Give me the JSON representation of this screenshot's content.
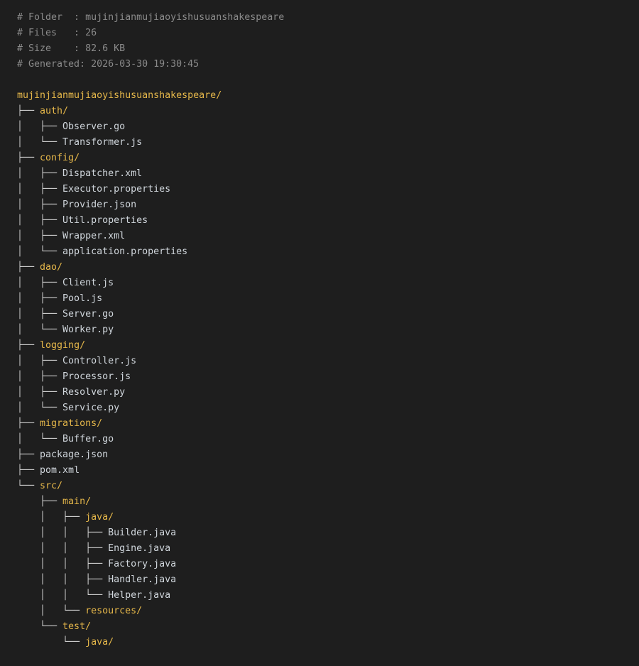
{
  "header": [
    "# Folder  : mujinjianmujiaoyishusuanshakespeare",
    "# Files   : 26",
    "# Size    : 82.6 KB",
    "# Generated: 2026-03-30 19:30:45"
  ],
  "tree": [
    {
      "prefix": "",
      "name": "mujinjianmujiaoyishusuanshakespeare/",
      "kind": "dir"
    },
    {
      "prefix": "├── ",
      "name": "auth/",
      "kind": "dir"
    },
    {
      "prefix": "│   ├── ",
      "name": "Observer.go",
      "kind": "file"
    },
    {
      "prefix": "│   └── ",
      "name": "Transformer.js",
      "kind": "file"
    },
    {
      "prefix": "├── ",
      "name": "config/",
      "kind": "dir"
    },
    {
      "prefix": "│   ├── ",
      "name": "Dispatcher.xml",
      "kind": "file"
    },
    {
      "prefix": "│   ├── ",
      "name": "Executor.properties",
      "kind": "file"
    },
    {
      "prefix": "│   ├── ",
      "name": "Provider.json",
      "kind": "file"
    },
    {
      "prefix": "│   ├── ",
      "name": "Util.properties",
      "kind": "file"
    },
    {
      "prefix": "│   ├── ",
      "name": "Wrapper.xml",
      "kind": "file"
    },
    {
      "prefix": "│   └── ",
      "name": "application.properties",
      "kind": "file"
    },
    {
      "prefix": "├── ",
      "name": "dao/",
      "kind": "dir"
    },
    {
      "prefix": "│   ├── ",
      "name": "Client.js",
      "kind": "file"
    },
    {
      "prefix": "│   ├── ",
      "name": "Pool.js",
      "kind": "file"
    },
    {
      "prefix": "│   ├── ",
      "name": "Server.go",
      "kind": "file"
    },
    {
      "prefix": "│   └── ",
      "name": "Worker.py",
      "kind": "file"
    },
    {
      "prefix": "├── ",
      "name": "logging/",
      "kind": "dir"
    },
    {
      "prefix": "│   ├── ",
      "name": "Controller.js",
      "kind": "file"
    },
    {
      "prefix": "│   ├── ",
      "name": "Processor.js",
      "kind": "file"
    },
    {
      "prefix": "│   ├── ",
      "name": "Resolver.py",
      "kind": "file"
    },
    {
      "prefix": "│   └── ",
      "name": "Service.py",
      "kind": "file"
    },
    {
      "prefix": "├── ",
      "name": "migrations/",
      "kind": "dir"
    },
    {
      "prefix": "│   └── ",
      "name": "Buffer.go",
      "kind": "file"
    },
    {
      "prefix": "├── ",
      "name": "package.json",
      "kind": "file"
    },
    {
      "prefix": "├── ",
      "name": "pom.xml",
      "kind": "file"
    },
    {
      "prefix": "└── ",
      "name": "src/",
      "kind": "dir"
    },
    {
      "prefix": "    ├── ",
      "name": "main/",
      "kind": "dir"
    },
    {
      "prefix": "    │   ├── ",
      "name": "java/",
      "kind": "dir"
    },
    {
      "prefix": "    │   │   ├── ",
      "name": "Builder.java",
      "kind": "file"
    },
    {
      "prefix": "    │   │   ├── ",
      "name": "Engine.java",
      "kind": "file"
    },
    {
      "prefix": "    │   │   ├── ",
      "name": "Factory.java",
      "kind": "file"
    },
    {
      "prefix": "    │   │   ├── ",
      "name": "Handler.java",
      "kind": "file"
    },
    {
      "prefix": "    │   │   └── ",
      "name": "Helper.java",
      "kind": "file"
    },
    {
      "prefix": "    │   └── ",
      "name": "resources/",
      "kind": "dir"
    },
    {
      "prefix": "    └── ",
      "name": "test/",
      "kind": "dir"
    },
    {
      "prefix": "        └── ",
      "name": "java/",
      "kind": "dir"
    }
  ],
  "colors": {
    "background": "#1e1e1e",
    "comment": "#8a8a8a",
    "directory": "#e5b74a",
    "file": "#d0d6dc",
    "guide": "#cccccc"
  }
}
